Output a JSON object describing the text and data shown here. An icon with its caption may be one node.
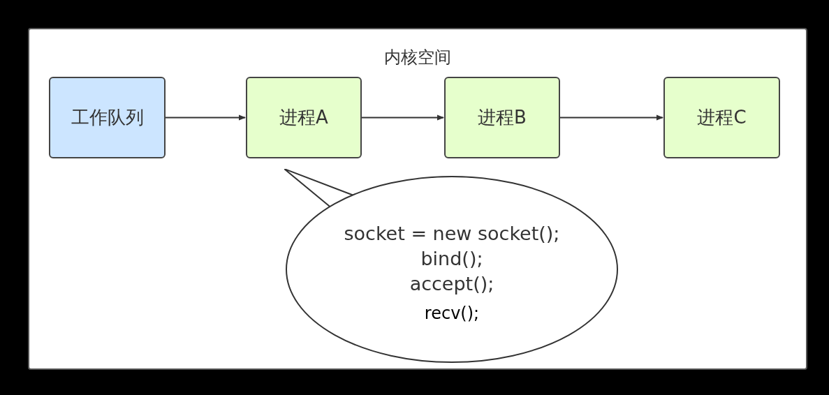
{
  "diagram": {
    "nodes": [
      {
        "text": [
          "内核空间"
        ]
      },
      {
        "text": [
          "工作队列"
        ],
        "in": 0
      },
      {
        "text": [
          "进程A"
        ],
        "in": 0
      },
      {
        "text": [
          "进程B"
        ],
        "in": 0
      },
      {
        "text": [
          "进程C"
        ],
        "in": 0
      },
      {
        "text": [
          "socket = new socket();",
          "bind();",
          "accept();",
          "recv();"
        ],
        "in": 0
      }
    ],
    "edges": [
      {
        "from": 1,
        "to": 2,
        "arrow": "to"
      },
      {
        "from": 2,
        "to": 3,
        "arrow": "to"
      },
      {
        "from": 3,
        "to": 4,
        "arrow": "to"
      }
    ]
  }
}
